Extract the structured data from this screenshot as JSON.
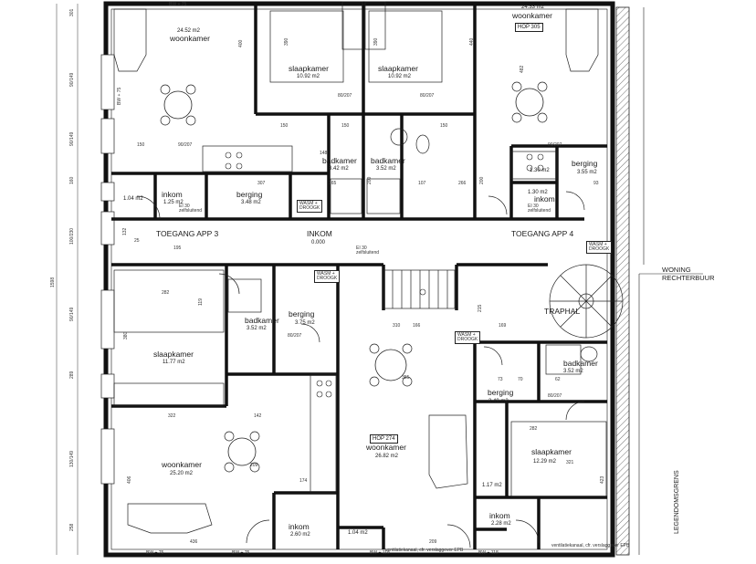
{
  "rooms": {
    "woonkamer_nw": {
      "name": "woonkamer",
      "area": "24.52 m2"
    },
    "woonkamer_ne": {
      "name": "woonkamer",
      "area": "24.33 m2",
      "hop": "HOP 305"
    },
    "slaapkamer_a": {
      "name": "slaapkamer",
      "area": "10.92 m2"
    },
    "slaapkamer_b": {
      "name": "slaapkamer",
      "area": "10.92 m2"
    },
    "badkamer_a": {
      "name": "badkamer",
      "area": "3.42 m2"
    },
    "badkamer_b": {
      "name": "badkamer",
      "area": "3.52 m2"
    },
    "inkom_top": {
      "name": "inkom",
      "area": "1.25 m2"
    },
    "berging_top": {
      "name": "berging",
      "area": "3.48 m2"
    },
    "wc_top_l": {
      "area": "1.04 m2"
    },
    "berging_ne": {
      "name": "berging",
      "area": "3.55 m2"
    },
    "wc_ne": {
      "area": "1.30 m2"
    },
    "inkom_ne": {
      "name": "inkom",
      "area": "1.30 m2"
    },
    "toegang3": {
      "name": "TOEGANG APP 3"
    },
    "toegang4": {
      "name": "TOEGANG APP 4"
    },
    "inkom_hall": {
      "name": "INKOM",
      "area": "0.000"
    },
    "slaapkamer_sw": {
      "name": "slaapkamer",
      "area": "11.77 m2"
    },
    "badkamer_sw": {
      "name": "badkamer",
      "area": "3.52 m2"
    },
    "berging_sw": {
      "name": "berging",
      "area": "3.75 m2"
    },
    "woonkamer_sw": {
      "name": "woonkamer",
      "area": "25.20 m2"
    },
    "woonkamer_c": {
      "name": "woonkamer",
      "area": "26.82 m2",
      "hop": "HOP 274"
    },
    "traphal": {
      "name": "TRAPHAL"
    },
    "badkamer_se": {
      "name": "badkamer",
      "area": "3.52 m2"
    },
    "berging_se": {
      "name": "berging",
      "area": "3.49 m2"
    },
    "slaapkamer_se": {
      "name": "slaapkamer",
      "area": "12.29 m2"
    },
    "wc_se": {
      "area": "1.17 m2"
    },
    "inkom_sw": {
      "name": "inkom",
      "area": "2.60 m2"
    },
    "wc_sw": {
      "area": "1.04 m2"
    },
    "inkom_se": {
      "name": "inkom",
      "area": "2.28 m2"
    }
  },
  "neighbour": {
    "line1": "WONING",
    "line2": "RECHTERBUUR"
  },
  "boundary": "LEGENDOMSGRENS",
  "labels": {
    "wash": "WASM +\nDROOGK",
    "ei30": "EI 30\nzelfsluitend",
    "ventilation_bottom_l": "ventilatiekanaal, cfr. verslaggever EPB",
    "ventilation_bottom_r": "ventilatiekanaal, cfr. verslaggever EPB",
    "bw_top": "BW + 75",
    "bw_left": "BW + 75",
    "bw_bottom_l": "BW + 75",
    "bw_bottom_r": "BW + 75",
    "bw_bottom_m": "BW + 118",
    "bw_bottom_e": "BW + 118"
  },
  "dims": {
    "left": [
      "301",
      "90/149",
      "90/149",
      "160",
      "100/230",
      "90/149",
      "289",
      "130/149",
      "258"
    ],
    "left_total": "1598",
    "d": [
      "400",
      "390",
      "390",
      "440",
      "482",
      "150",
      "150",
      "150",
      "150",
      "266",
      "200",
      "200",
      "80/207",
      "80/207",
      "80/207",
      "90/207",
      "307",
      "165",
      "107",
      "132",
      "195",
      "25",
      "282",
      "119",
      "380",
      "322",
      "142",
      "436",
      "406",
      "174",
      "310",
      "355",
      "215",
      "169",
      "423",
      "321",
      "209",
      "73",
      "70",
      "62",
      "282",
      "148",
      "90/207",
      "80/207",
      "209",
      "166",
      "93"
    ]
  }
}
